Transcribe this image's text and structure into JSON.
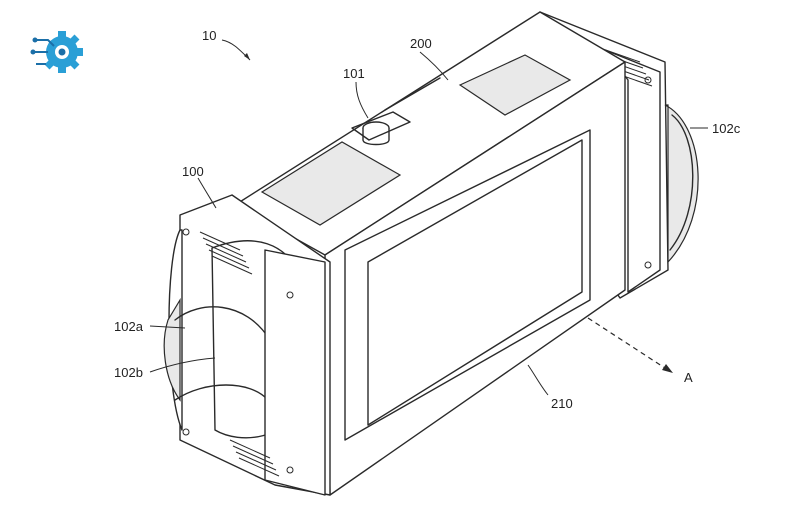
{
  "drawing": {
    "labels": {
      "device": "10",
      "camera_body": "100",
      "button": "101",
      "fan_left_outer": "102a",
      "fan_left_inner": "102b",
      "fan_right": "102c",
      "display_unit": "200",
      "screen": "210",
      "direction": "A"
    }
  },
  "logo": {
    "icon": "gear-circuit-icon",
    "colors": {
      "primary": "#2a9fd6",
      "secondary": "#1b6fa8"
    }
  }
}
